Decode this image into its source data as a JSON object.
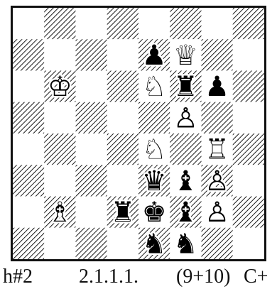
{
  "caption": {
    "stipulation": "h#2",
    "solution": "2.1.1.1.",
    "material": "(9+10)",
    "condition": "C+"
  },
  "board": {
    "light_square_color": "#ffffff",
    "dark_square_hatch_color": "#1a1a1a",
    "pieces": [
      {
        "square": "e7",
        "color": "black",
        "type": "pawn",
        "icon": "black-pawn-icon",
        "glyph": "♟"
      },
      {
        "square": "f7",
        "color": "white",
        "type": "queen",
        "icon": "white-queen-icon",
        "glyph": "♕"
      },
      {
        "square": "b6",
        "color": "white",
        "type": "king",
        "icon": "white-king-icon",
        "glyph": "♔"
      },
      {
        "square": "e6",
        "color": "white",
        "type": "knight",
        "icon": "white-knight-icon",
        "glyph": "♘"
      },
      {
        "square": "f6",
        "color": "black",
        "type": "rook",
        "icon": "black-rook-icon",
        "glyph": "♜"
      },
      {
        "square": "g6",
        "color": "black",
        "type": "pawn",
        "icon": "black-pawn-icon",
        "glyph": "♟"
      },
      {
        "square": "f5",
        "color": "white",
        "type": "pawn",
        "icon": "white-pawn-icon",
        "glyph": "♙"
      },
      {
        "square": "e4",
        "color": "white",
        "type": "knight",
        "icon": "white-knight-icon",
        "glyph": "♘"
      },
      {
        "square": "g4",
        "color": "white",
        "type": "rook",
        "icon": "white-rook-icon",
        "glyph": "♖"
      },
      {
        "square": "e3",
        "color": "black",
        "type": "queen",
        "icon": "black-queen-icon",
        "glyph": "♛"
      },
      {
        "square": "f3",
        "color": "black",
        "type": "bishop",
        "icon": "black-bishop-icon",
        "glyph": "♝"
      },
      {
        "square": "g3",
        "color": "white",
        "type": "pawn",
        "icon": "white-pawn-icon",
        "glyph": "♙"
      },
      {
        "square": "b2",
        "color": "white",
        "type": "bishop",
        "icon": "white-bishop-icon",
        "glyph": "♗"
      },
      {
        "square": "d2",
        "color": "black",
        "type": "rook",
        "icon": "black-rook-icon",
        "glyph": "♜"
      },
      {
        "square": "e2",
        "color": "black",
        "type": "king",
        "icon": "black-king-icon",
        "glyph": "♚"
      },
      {
        "square": "f2",
        "color": "black",
        "type": "bishop",
        "icon": "black-bishop-icon",
        "glyph": "♝"
      },
      {
        "square": "g2",
        "color": "white",
        "type": "pawn",
        "icon": "white-pawn-icon",
        "glyph": "♙"
      },
      {
        "square": "e1",
        "color": "black",
        "type": "knight",
        "icon": "black-knight-icon",
        "glyph": "♞"
      },
      {
        "square": "f1",
        "color": "black",
        "type": "knight",
        "icon": "black-knight-icon",
        "glyph": "♞"
      }
    ]
  }
}
